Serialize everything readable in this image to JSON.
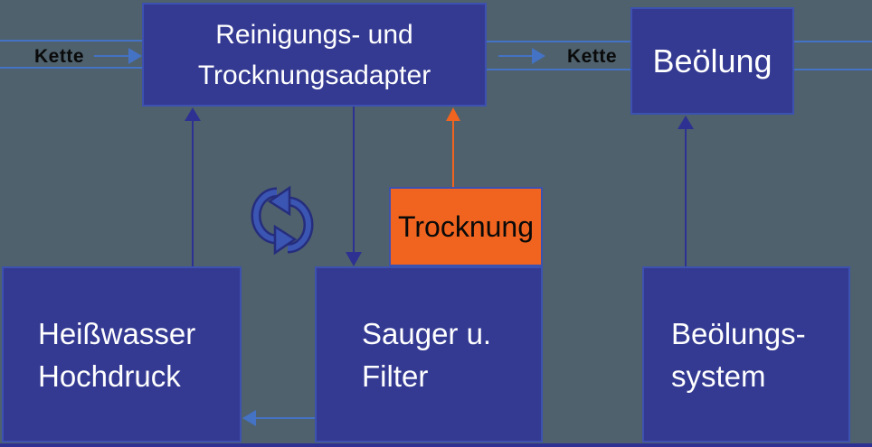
{
  "diagram": {
    "title_hint": "chain cleaning and oiling process flow",
    "colors": {
      "background": "#4e616d",
      "box_fill": "#343a92",
      "box_border": "#3d52b0",
      "orange": "#f0641f",
      "chain_line": "#4472c4",
      "arrow_navy": "#2e3192",
      "box_text": "#ffffff",
      "label_text": "#0a0a0a"
    },
    "boxes": {
      "adapter": {
        "line1": "Reinigungs- und",
        "line2": "Trocknungsadapter"
      },
      "beoelung": {
        "label": "Beölung"
      },
      "trocknung": {
        "label": "Trocknung"
      },
      "heisswasser": {
        "line1": "Heißwasser",
        "line2": "Hochdruck"
      },
      "sauger": {
        "line1": "Sauger u.",
        "line2": "Filter"
      },
      "beoelungssystem": {
        "line1": "Beölungs-",
        "line2": "system"
      }
    },
    "labels": {
      "kette_left": "Kette",
      "kette_middle": "Kette"
    },
    "icons": {
      "cycle": "cycle-arrows-icon"
    }
  }
}
